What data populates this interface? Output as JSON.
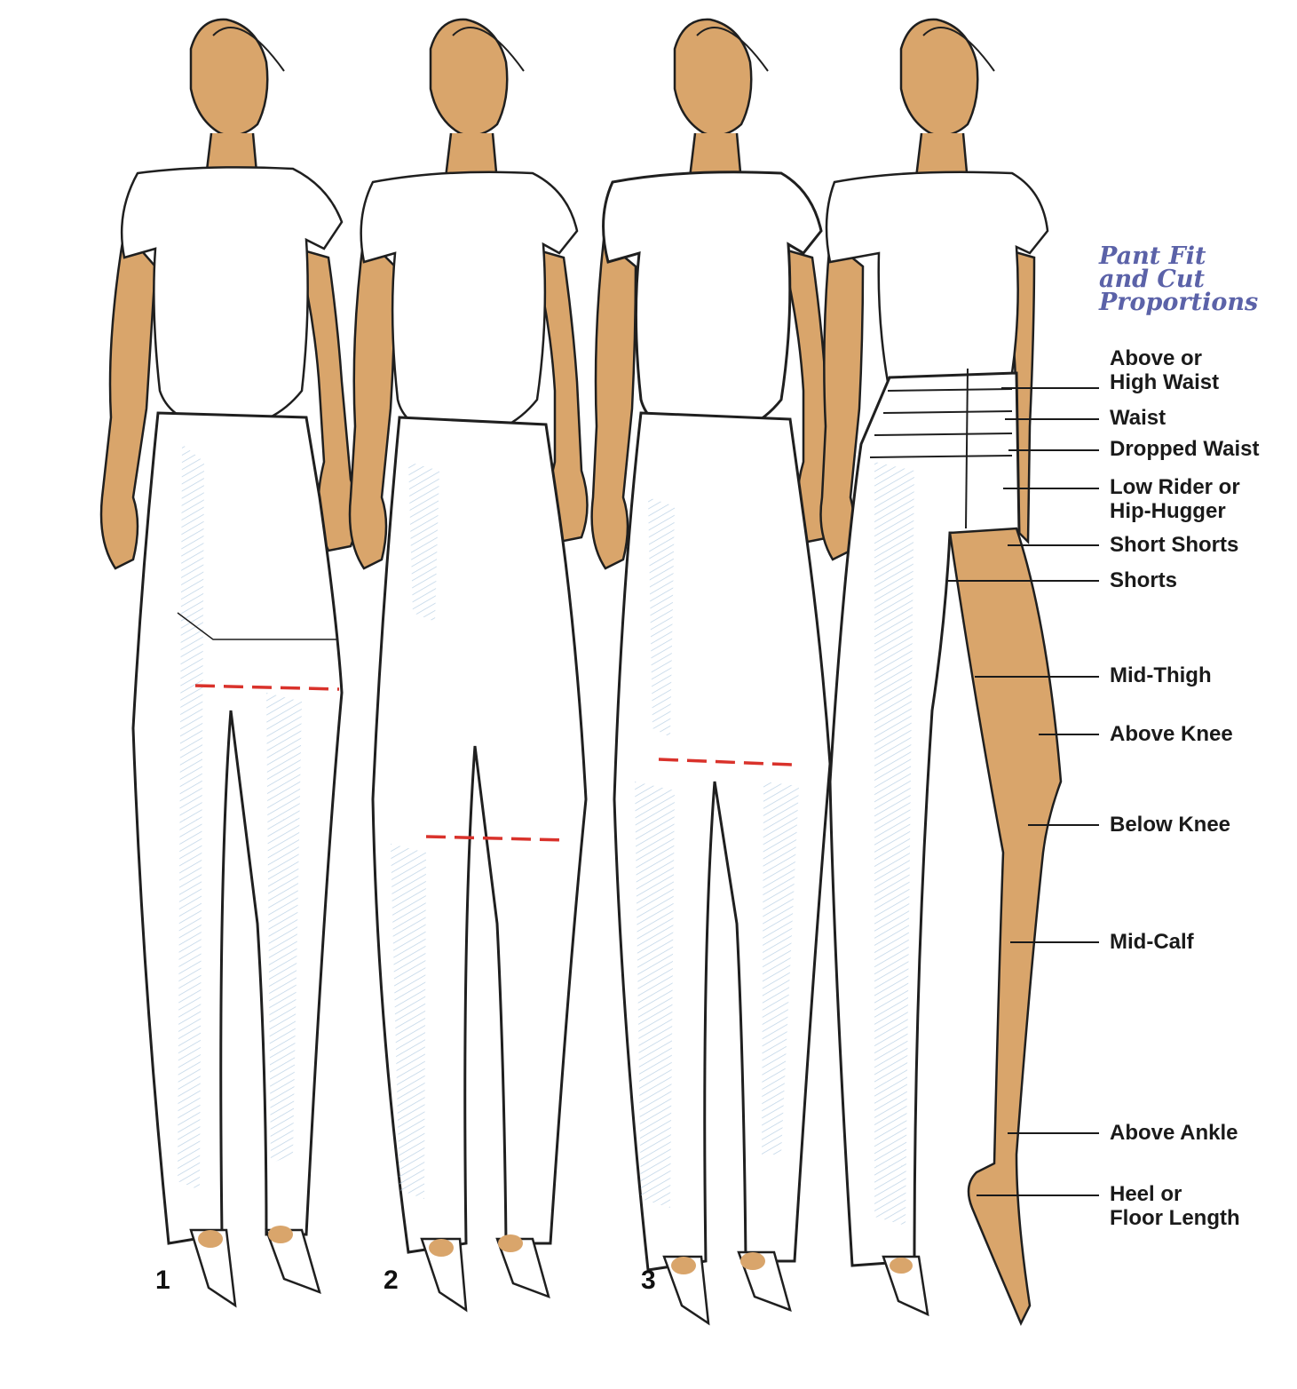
{
  "title_lines": [
    "Pant Fit",
    "and Cut",
    "Proportions"
  ],
  "labels": [
    "Above or\nHigh Waist",
    "Waist",
    "Dropped Waist",
    "Low Rider or\nHip-Hugger",
    "Short Shorts",
    "Shorts",
    "Mid-Thigh",
    "Above Knee",
    "Below Knee",
    "Mid-Calf",
    "Above Ankle",
    "Heel or\nFloor Length"
  ],
  "figure_numbers": [
    "1",
    "2",
    "3"
  ],
  "colors": {
    "skin": "#d9a56b",
    "denim_wash": "#cfe0ee",
    "outline": "#1f1f1f",
    "title": "#5b62a8",
    "hem_dash": "#d9322b"
  }
}
